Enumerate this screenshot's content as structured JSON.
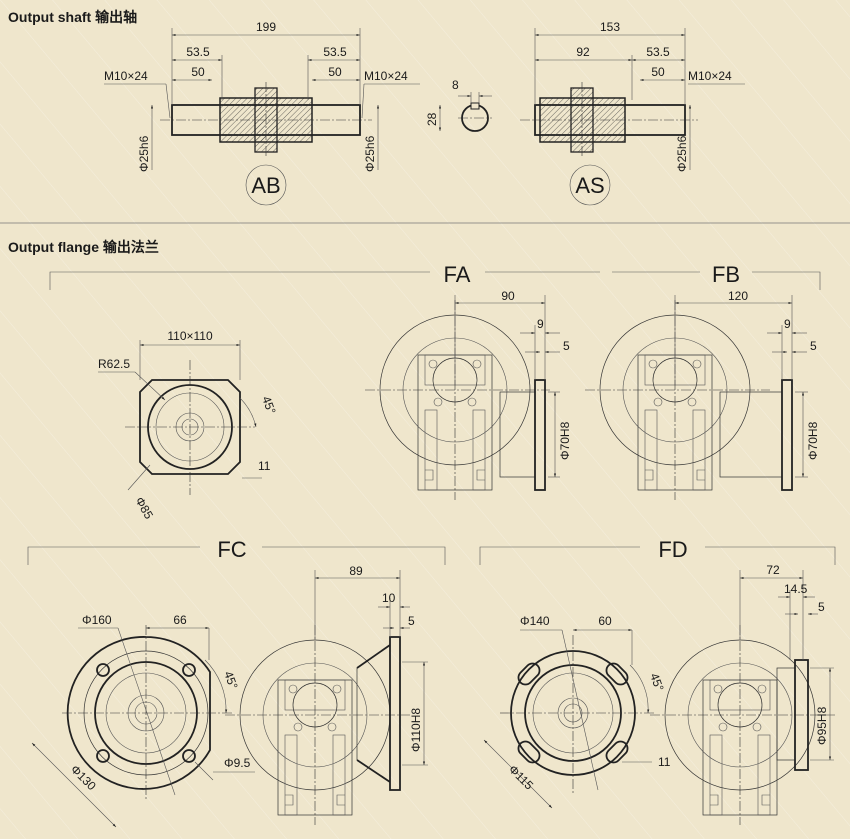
{
  "output_shaft": {
    "title": "Output shaft 输出轴",
    "ab": {
      "label": "AB",
      "overall": "199",
      "left_53": "53.5",
      "right_53": "53.5",
      "left_50": "50",
      "right_50": "50",
      "thread_left": "M10×24",
      "thread_right": "M10×24",
      "dia_left": "Φ25h6",
      "dia_right": "Φ25h6"
    },
    "key_section": {
      "width": "8",
      "height": "28"
    },
    "as": {
      "label": "AS",
      "overall": "153",
      "len_92": "92",
      "len_53": "53.5",
      "len_50": "50",
      "thread": "M10×24",
      "dia": "Φ25h6"
    }
  },
  "output_flange": {
    "title": "Output flange 输出法兰",
    "square": {
      "size": "110×110",
      "radius": "R62.5",
      "angle": "45°",
      "slot": "11",
      "pcd": "Φ85"
    },
    "fa": {
      "label": "FA",
      "len": "90",
      "thick": "9",
      "spigot": "5",
      "bore": "Φ70H8"
    },
    "fb": {
      "label": "FB",
      "len": "120",
      "thick": "9",
      "spigot": "5",
      "bore": "Φ70H8"
    },
    "fc": {
      "label": "FC",
      "len": "89",
      "thick": "10",
      "spigot": "5",
      "bore": "Φ110H8",
      "outer": "Φ160",
      "offset": "66",
      "angle": "45°",
      "hole": "Φ9.5",
      "pcd": "Φ130"
    },
    "fd": {
      "label": "FD",
      "len": "72",
      "thick": "14.5",
      "spigot": "5",
      "bore": "Φ95H8",
      "outer": "Φ140",
      "offset": "60",
      "angle": "45°",
      "slot": "11",
      "pcd": "Φ115"
    }
  },
  "colors": {
    "background": "#efe6cc",
    "line": "#222222"
  }
}
